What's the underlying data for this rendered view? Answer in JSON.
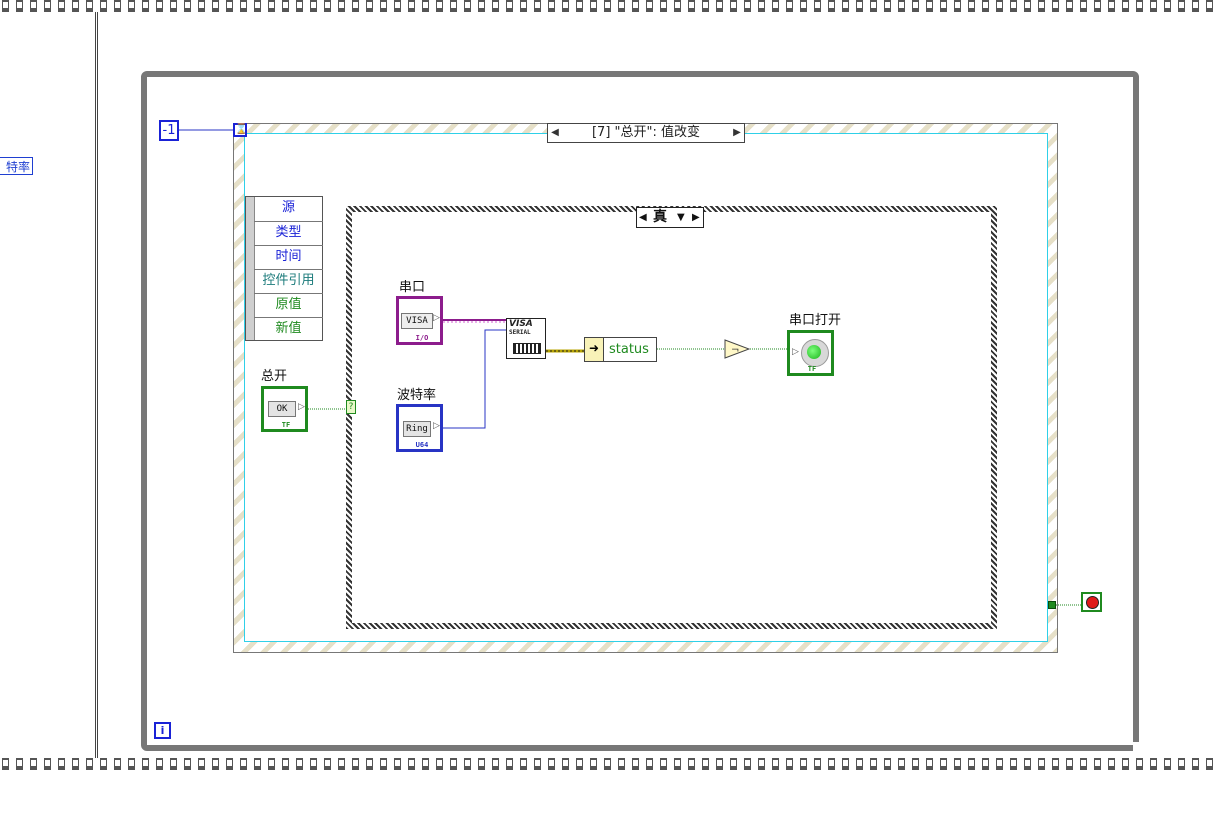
{
  "left_frame": {
    "control_label": "特率"
  },
  "while_loop": {
    "loop_count_constant": "-1",
    "iteration_terminal": "i",
    "stop_icon": "stop-icon"
  },
  "event_structure": {
    "selector_label": "[7] \"总开\": 值改变",
    "timeout_terminal": "timeout-hourglass-icon",
    "event_data_node": [
      "源",
      "类型",
      "时间",
      "控件引用",
      "原值",
      "新值"
    ]
  },
  "case_structure": {
    "selector_value": "真"
  },
  "controls": {
    "master_switch": {
      "label": "总开",
      "button_text": "OK",
      "type_tag": "TF"
    },
    "serial_port": {
      "label": "串口",
      "inner_text": "VISA",
      "type_tag": "I/O"
    },
    "baud_rate": {
      "label": "波特率",
      "inner_text": "Ring",
      "type_tag": "U64"
    },
    "port_open_indicator": {
      "label": "串口打开",
      "type_tag": "TF"
    }
  },
  "nodes": {
    "visa_configure": {
      "title": "VISA",
      "subtitle": "SERIAL"
    },
    "unbundle_status": {
      "field": "status"
    },
    "not_gate": "not-gate-icon",
    "selector_terminal": "?"
  },
  "colors": {
    "boolean_wire": "#1f8a1f",
    "numeric_wire": "#2834c4",
    "visa_wire": "#8c1c8c",
    "error_cluster_wire": "#b8a400",
    "constant_blue": "#1a22d6",
    "event_border": "#2fd0e8"
  }
}
